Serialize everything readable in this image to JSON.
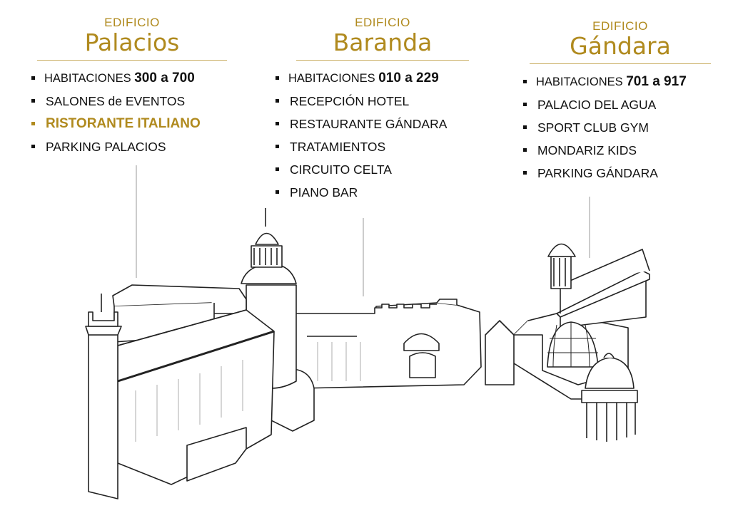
{
  "accent_color": "#b08a1e",
  "buildings": [
    {
      "label": "EDIFICIO",
      "name": "Palacios",
      "first_item": {
        "prefix": "HABITACIONES",
        "range": "300 a 700"
      },
      "items": [
        "SALONES de EVENTOS",
        "RISTORANTE ITALIANO",
        "PARKING PALACIOS"
      ],
      "highlighted_item": "RISTORANTE ITALIANO"
    },
    {
      "label": "EDIFICIO",
      "name": "Baranda",
      "first_item": {
        "prefix": "HABITACIONES",
        "range": "010 a 229"
      },
      "items": [
        "RECEPCIÓN HOTEL",
        "RESTAURANTE GÁNDARA",
        "TRATAMIENTOS",
        "CIRCUITO CELTA",
        "PIANO BAR"
      ]
    },
    {
      "label": "EDIFICIO",
      "name": "Gándara",
      "first_item": {
        "prefix": "HABITACIONES",
        "range": "701 a 917"
      },
      "items": [
        "PALACIO DEL AGUA",
        "SPORT CLUB GYM",
        "MONDARIZ KIDS",
        "PARKING GÁNDARA"
      ]
    }
  ]
}
